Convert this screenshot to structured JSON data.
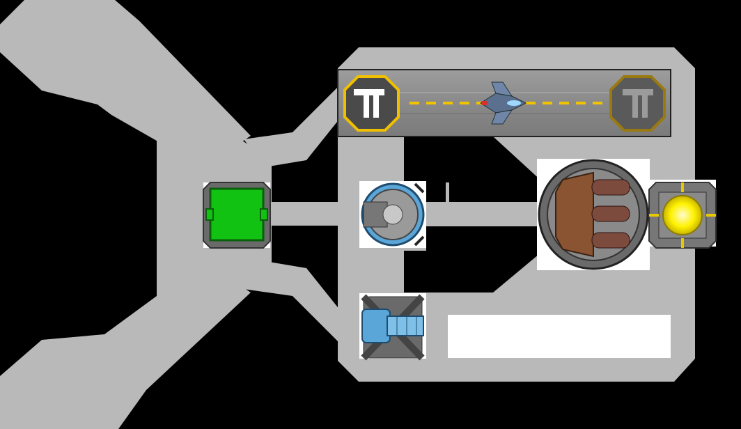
{
  "view": {
    "type": "ship-layout-editor"
  },
  "colors": {
    "background": "#000000",
    "hull": "#b9b9b9",
    "hull_edge": "#8c8c8c",
    "tank_green": "#3fa33f",
    "tank_green_dark": "#1f6d1f",
    "battery_blue": "#29a8e0",
    "core_green": "#12c212",
    "node_cyan": "#1ec8d8",
    "node_red": "#d81e1e",
    "reactor_yellow": "#fff200",
    "hangar_amber": "#e8a800",
    "lane_yellow": "#f2c400",
    "engine_bronze": "#c8801e",
    "drive_gold": "#e8c800"
  },
  "modules": {
    "fuel_tanks": [
      "fuel-tank-a",
      "fuel-tank-b",
      "fuel-tank-c",
      "fuel-tank-d",
      "fuel-tank-e",
      "fuel-tank-f"
    ],
    "battery_banks": [
      "battery-bank-top",
      "battery-bank-mid",
      "battery-bank-bottom"
    ],
    "core": "command-core",
    "hangar": {
      "pads": [
        "launch-pad-icon",
        "landing-pad-icon"
      ],
      "craft": "fighter-craft-icon"
    },
    "turret": "shield-turret",
    "cannon_bay": "heavy-cannon",
    "reactor": "reactor-core",
    "warp": "warp-drive",
    "engines": [
      "thruster-icon",
      "ion-engine-icon",
      "thruster-icon",
      "ion-engine-icon",
      "thruster-icon"
    ],
    "nodes": {
      "cyan": "power-node-icon",
      "red": "damage-node-icon"
    }
  }
}
